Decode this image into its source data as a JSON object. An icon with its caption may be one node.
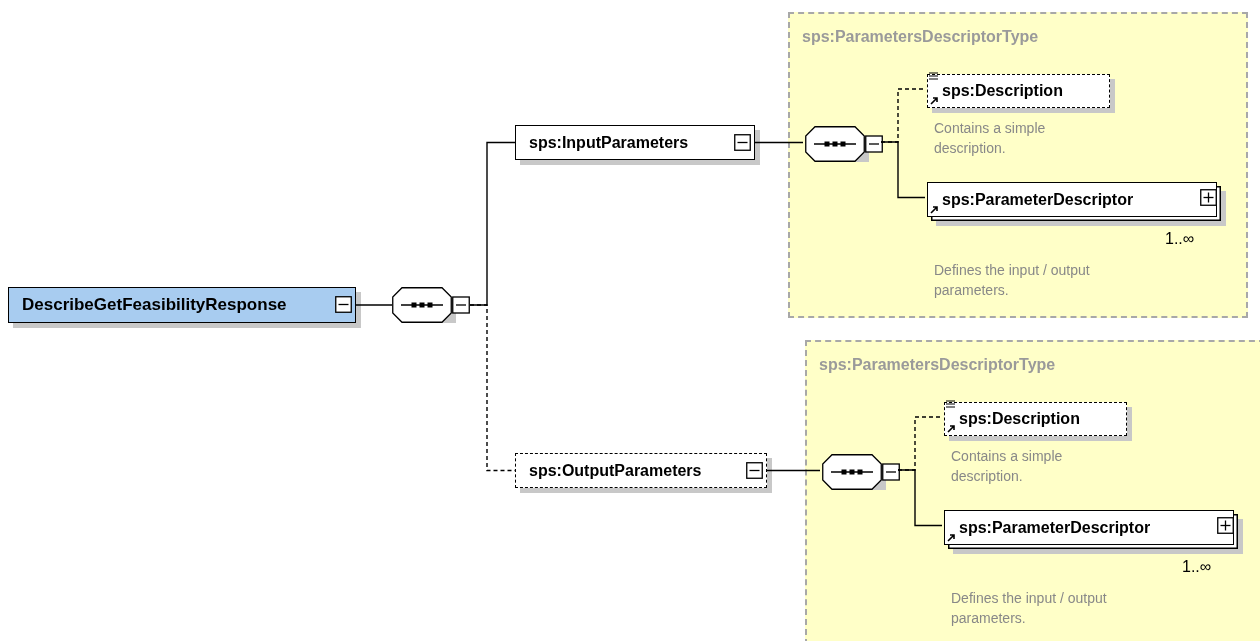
{
  "diagram": {
    "nodes": [
      {
        "text": [
          "DescribeGetFeasibilityResponse"
        ]
      },
      {
        "text": [],
        "shape": "octagon"
      },
      {
        "text": [
          "sps:InputParameters"
        ]
      },
      {
        "text": [
          "sps:OutputParameters"
        ]
      },
      {
        "text": [
          "sps:ParametersDescriptorType"
        ]
      },
      {
        "text": [],
        "shape": "octagon",
        "in": 4
      },
      {
        "text": [
          "sps:Description"
        ],
        "in": 4,
        "beside": [
          "Contains a simple description."
        ]
      },
      {
        "text": [
          "sps:ParameterDescriptor"
        ],
        "in": 4,
        "beside": [
          "1..∞",
          "Defines the input / output parameters."
        ]
      },
      {
        "text": [
          "sps:ParametersDescriptorType"
        ]
      },
      {
        "text": [],
        "shape": "octagon",
        "in": 8
      },
      {
        "text": [
          "sps:Description"
        ],
        "in": 8,
        "beside": [
          "Contains a simple description."
        ]
      },
      {
        "text": [
          "sps:ParameterDescriptor"
        ],
        "in": 8,
        "beside": [
          "1..∞",
          "Defines the input / output parameters."
        ]
      }
    ],
    "edges": [
      {
        "from": 0,
        "to": 1,
        "arrow": "none"
      },
      {
        "from": 1,
        "to": 2,
        "arrow": "none"
      },
      {
        "from": 1,
        "to": 3,
        "arrow": "none",
        "style": "dashed"
      },
      {
        "from": 2,
        "to": 5,
        "arrow": "none"
      },
      {
        "from": 5,
        "to": 6,
        "arrow": "none",
        "style": "dashed"
      },
      {
        "from": 5,
        "to": 7,
        "arrow": "none"
      },
      {
        "from": 3,
        "to": 9,
        "arrow": "none"
      },
      {
        "from": 9,
        "to": 10,
        "arrow": "none",
        "style": "dashed"
      },
      {
        "from": 9,
        "to": 11,
        "arrow": "none"
      }
    ]
  }
}
